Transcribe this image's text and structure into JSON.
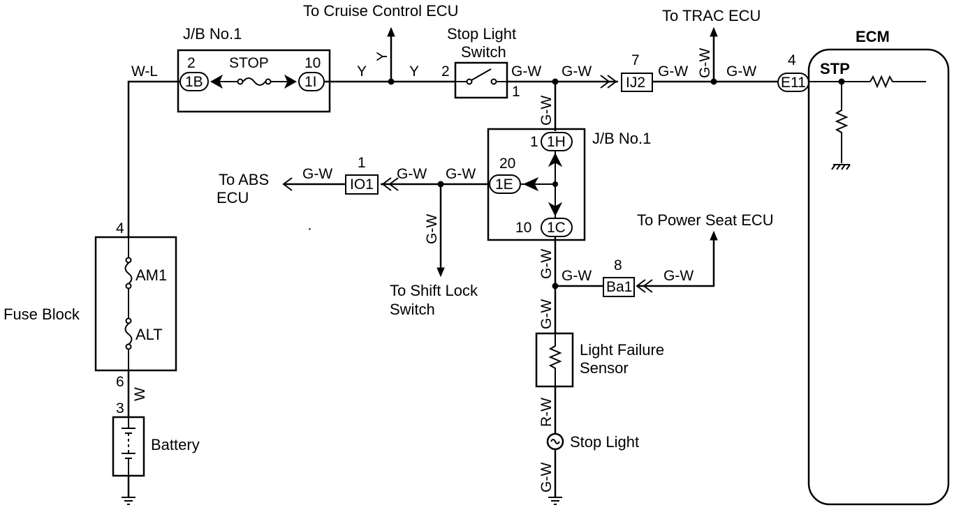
{
  "jb_top": {
    "name": "J/B No.1",
    "pin_left": "2",
    "conn_left": "1B",
    "fuse": "STOP",
    "pin_right": "10",
    "conn_right": "1I"
  },
  "wires": {
    "wl": "W-L",
    "y1": "Y",
    "y2": "Y",
    "y_up": "Y",
    "gw_sw": "G-W",
    "gw_mid": "G-W",
    "gw_trac": "G-W",
    "gw_trac_up": "G-W",
    "gw_ecm": "G-W",
    "gw_down_top": "G-W",
    "gw_abs": "G-W",
    "gw_abs2": "G-W",
    "gw_jb_left": "G-W",
    "gw_shift": "G-W",
    "gw_jb_below": "G-W",
    "gw_ba1": "G-W",
    "gw_seat": "G-W",
    "gw_to_sensor": "G-W",
    "rw": "R-W",
    "gw_ground": "G-W",
    "w_batt": "W"
  },
  "labels": {
    "cruise": "To Cruise Control ECU",
    "stop_switch_l1": "Stop Light",
    "stop_switch_l2": "Switch",
    "trac": "To TRAC ECU",
    "ecm": "ECM",
    "stp": "STP",
    "abs_l1": "To ABS",
    "abs_l2": "ECU",
    "shift_l1": "To Shift Lock",
    "shift_l2": "Switch",
    "seat": "To Power Seat ECU",
    "fuse_block": "Fuse Block",
    "am1": "AM1",
    "alt": "ALT",
    "battery": "Battery",
    "light_failure_l1": "Light Failure",
    "light_failure_l2": "Sensor",
    "stop_light": "Stop Light",
    "jb_mid": "J/B No.1"
  },
  "pins": {
    "sw_in": "2",
    "sw_out": "1",
    "ij2": "7",
    "e11": "4",
    "jb1h": "1",
    "jb1e": "20",
    "jb1c": "10",
    "io1": "1",
    "ba1": "8",
    "fb_top": "4",
    "fb_bot": "6",
    "batt": "3"
  },
  "connectors": {
    "ij2": "IJ2",
    "e11": "E11",
    "io1": "IO1",
    "ba1": "Ba1",
    "h": "1H",
    "e": "1E",
    "c": "1C"
  }
}
